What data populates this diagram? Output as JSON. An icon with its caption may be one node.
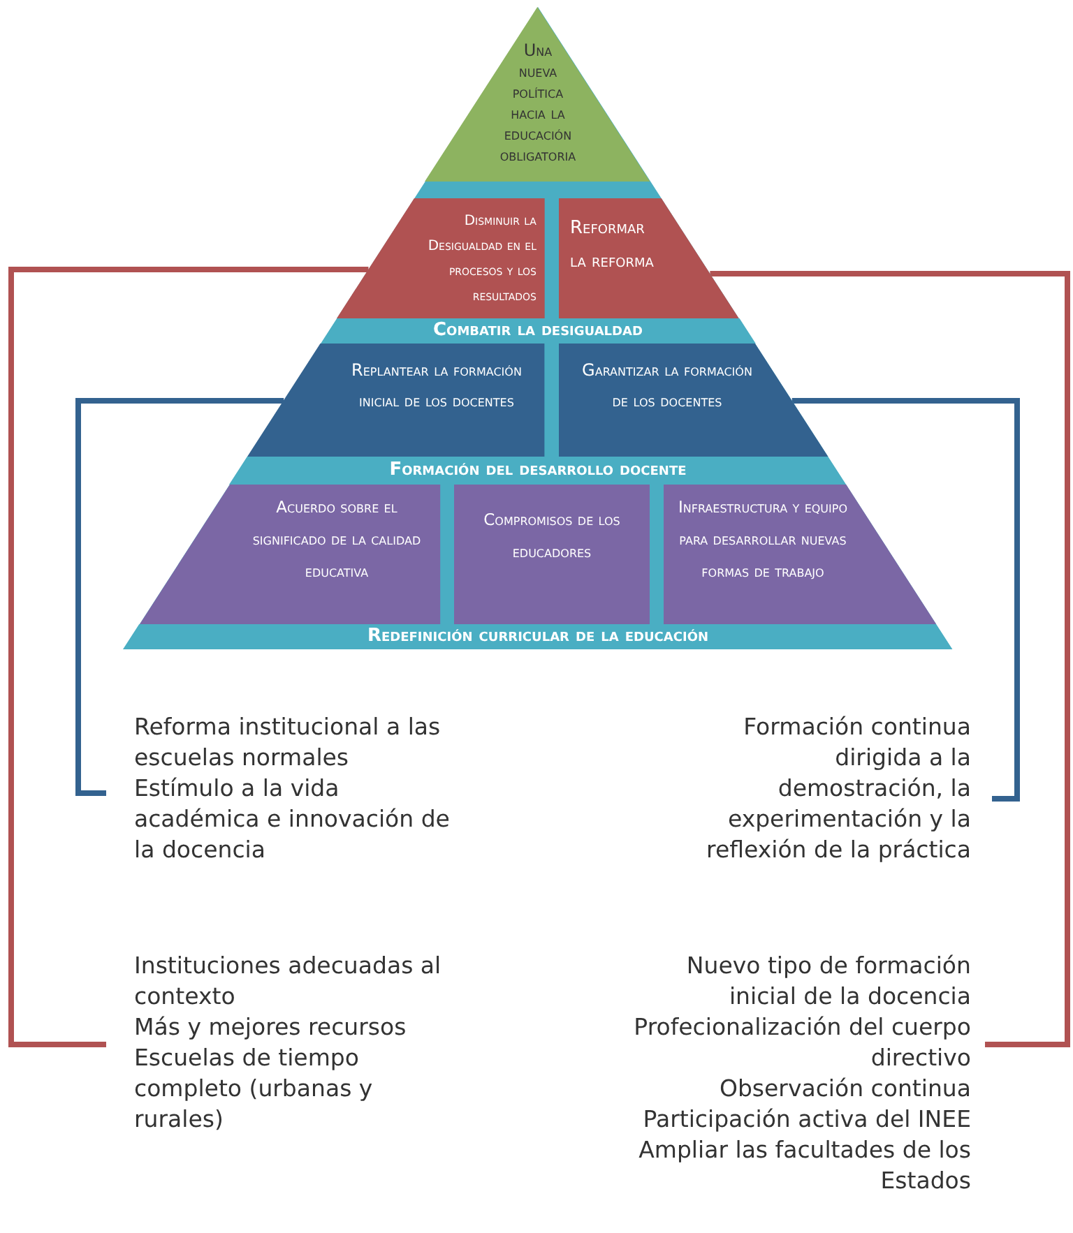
{
  "diagram": {
    "nodes": [
      {
        "text": [
          "Una nueva política hacia la educación obligatoria"
        ]
      },
      {
        "text": [
          "Disminuir la Desigualdad en el procesos y los resultados"
        ]
      },
      {
        "text": [
          "Reformar la reforma"
        ]
      },
      {
        "text": [
          "Combatir la desigualdad"
        ]
      },
      {
        "text": [
          "Replantear la formación inicial de los docentes"
        ]
      },
      {
        "text": [
          "Garantizar la formación de los docentes"
        ]
      },
      {
        "text": [
          "Formación del desarrollo docente"
        ]
      },
      {
        "text": [
          "Acuerdo sobre el significado de la calidad educativa"
        ]
      },
      {
        "text": [
          "Compromisos de los educadores"
        ]
      },
      {
        "text": [
          "Infraestructura y equipo para desarrollar nuevas formas de trabajo"
        ]
      },
      {
        "text": [
          "Redefinición curricular de la educación"
        ]
      },
      {
        "text": [
          "Reforma institucional a las escuelas normales",
          "Estímulo a la vida académica e innovación de la docencia"
        ]
      },
      {
        "text": [
          "Formación continua dirigida a la demostración, la experimentación y la reflexión de la práctica"
        ]
      },
      {
        "text": [
          "Instituciones adecuadas al contexto",
          "Más y mejores recursos",
          "Escuelas de tiempo completo (urbanas y rurales)"
        ]
      },
      {
        "text": [
          "Nuevo tipo de formación inicial de la docencia",
          "Profecionalización del cuerpo directivo",
          "Observación continua",
          "Participación activa del INEE",
          "Ampliar las facultades de los Estados"
        ]
      }
    ],
    "edges": [
      {
        "from": 1,
        "to": 13,
        "arrow": "none",
        "color": "#b05252"
      },
      {
        "from": 2,
        "to": 14,
        "arrow": "none",
        "color": "#b05252"
      },
      {
        "from": 4,
        "to": 11,
        "arrow": "none",
        "color": "#33628f"
      },
      {
        "from": 5,
        "to": 12,
        "arrow": "none",
        "color": "#33628f"
      }
    ]
  }
}
